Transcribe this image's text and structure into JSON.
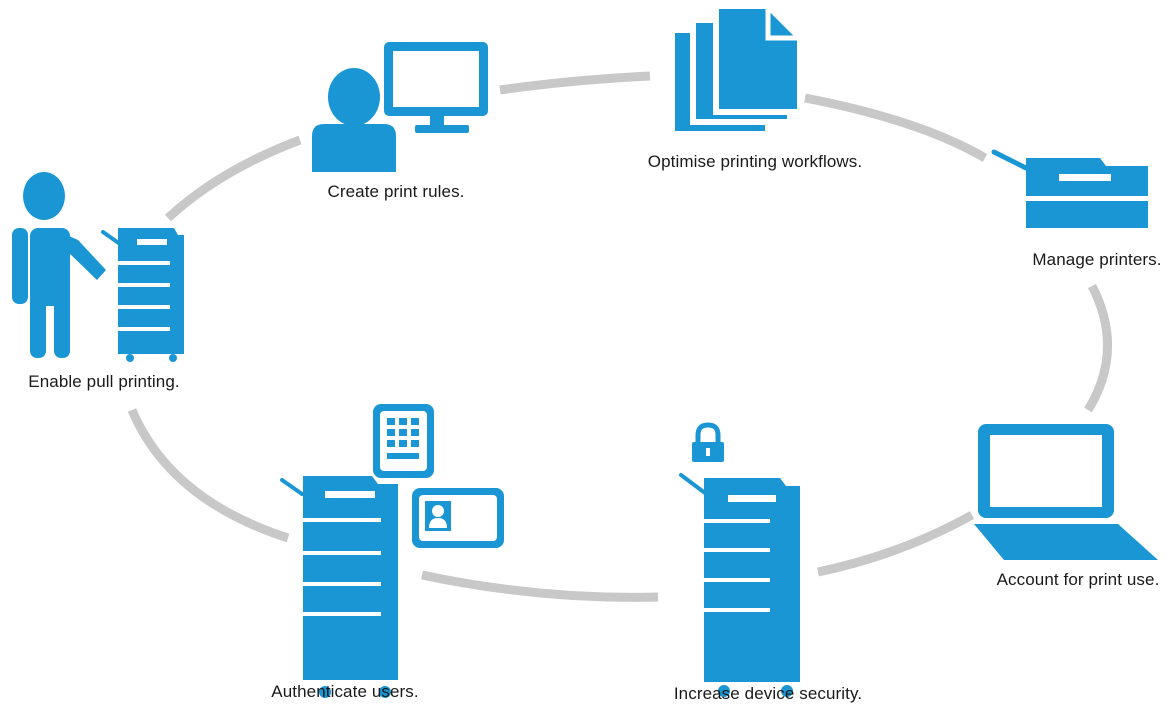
{
  "colors": {
    "accent": "#1a96d4",
    "arc": "#c8c8c8",
    "text": "#1a1a1a",
    "background": "#ffffff"
  },
  "steps": [
    {
      "label": "Create print rules.",
      "icon": "user-at-monitor-icon"
    },
    {
      "label": "Optimise printing workflows.",
      "icon": "stacked-documents-icon"
    },
    {
      "label": "Manage printers.",
      "icon": "printer-icon"
    },
    {
      "label": "Account for print use.",
      "icon": "laptop-icon"
    },
    {
      "label": "Increase device security.",
      "icon": "locked-printer-icon"
    },
    {
      "label": "Authenticate users.",
      "icon": "printer-keypad-badge-icon"
    },
    {
      "label": "Enable pull printing.",
      "icon": "person-at-printer-icon"
    }
  ]
}
